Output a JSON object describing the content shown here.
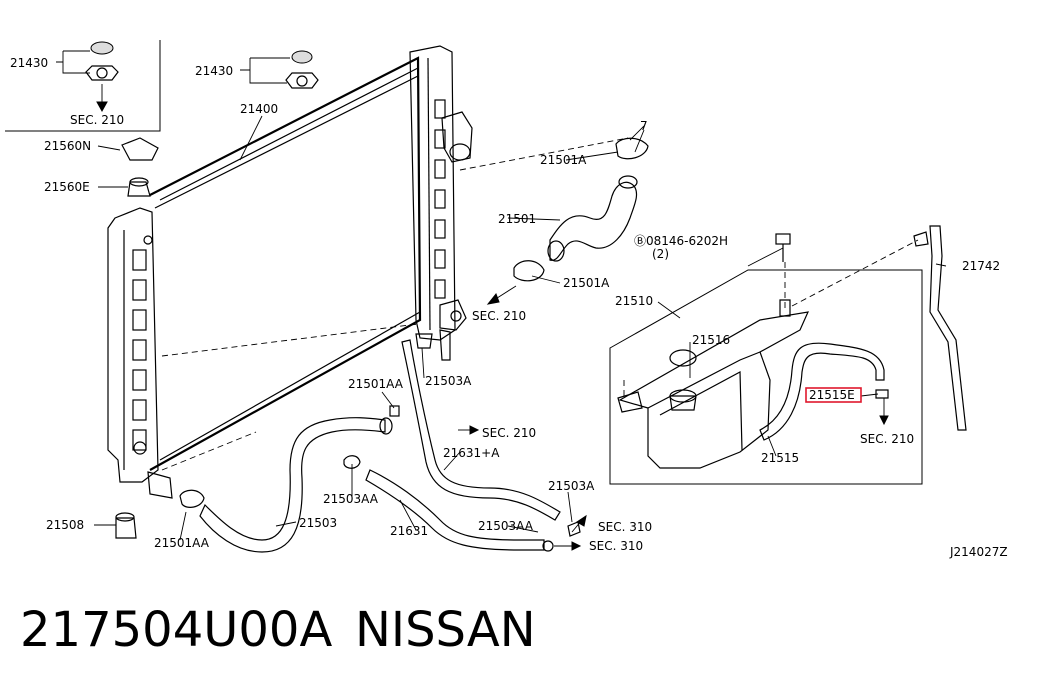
{
  "labels": {
    "p21430_box": "21430",
    "sec210_box": "SEC. 210",
    "p21430": "21430",
    "p21400": "21400",
    "p21560N": "21560N",
    "p21560E": "21560E",
    "p21501A_top": "21501A",
    "p21501": "21501",
    "p21501A_mid": "21501A",
    "sec210_mid": "SEC. 210",
    "bolt": "Ⓑ08146-6202H",
    "bolt_qty": "(2)",
    "p21742": "21742",
    "p21510": "21510",
    "p21516": "21516",
    "p21515E": "21515E",
    "sec210_right": "SEC. 210",
    "p21515": "21515",
    "p21501AA_top": "21501AA",
    "p21503A_top": "21503A",
    "sec210_low": "SEC. 210",
    "p21631A": "21631+A",
    "p21503AA_top": "21503AA",
    "p21503": "21503",
    "p21508": "21508",
    "p21501AA_bot": "21501AA",
    "p21631": "21631",
    "p21503AA_bot": "21503AA",
    "p21503A_bot": "21503A",
    "sec310_top": "SEC. 310",
    "sec310_bot": "SEC. 310",
    "diagram_id": "J214027Z"
  },
  "footer": {
    "part_number": "217504U00A",
    "brand": "NISSAN"
  },
  "highlight_color": "#e0182d"
}
